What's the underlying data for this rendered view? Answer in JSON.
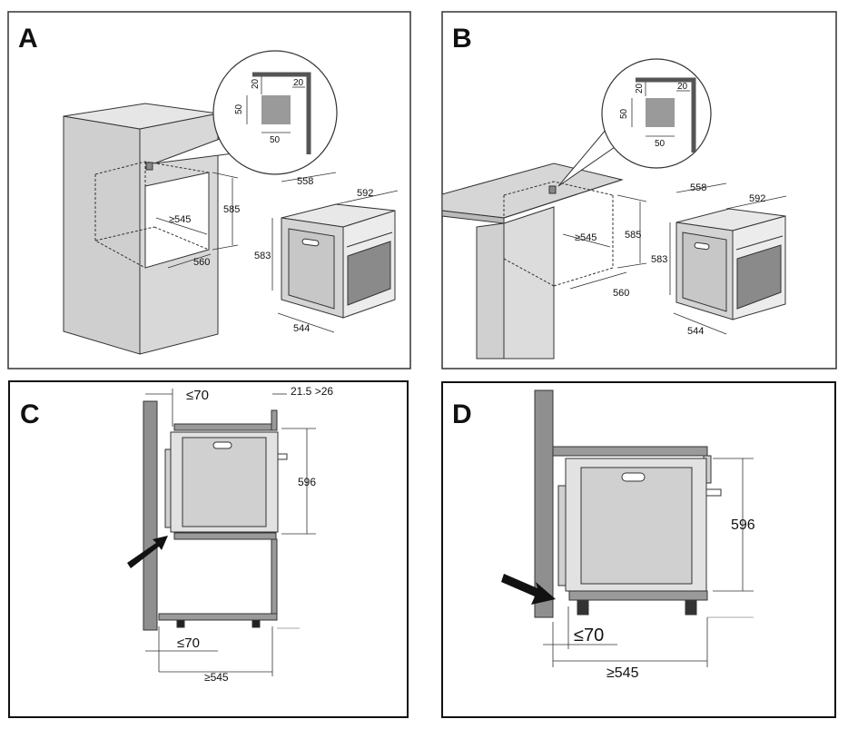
{
  "panels": [
    {
      "letter": "A",
      "inset": {
        "top": "20",
        "right": "20",
        "side": "50",
        "bottom": "50"
      },
      "niche": {
        "depth": "≥545",
        "height": "585",
        "width": "560"
      },
      "oven": {
        "depth": "558",
        "width": "592",
        "height": "583",
        "front_width": "544"
      }
    },
    {
      "letter": "B",
      "inset": {
        "top": "20",
        "right": "20",
        "side": "50",
        "bottom": "50"
      },
      "niche": {
        "depth": "≥545",
        "height": "585",
        "width": "560"
      },
      "oven": {
        "depth": "558",
        "width": "592",
        "height": "583",
        "front_width": "544"
      }
    },
    {
      "letter": "C",
      "dims": {
        "gap_top": "≤70",
        "panel": "21.5 >26",
        "height": "596",
        "gap_bottom": "≤70",
        "depth": "≥545"
      }
    },
    {
      "letter": "D",
      "dims": {
        "height": "596",
        "gap": "≤70",
        "depth": "≥545"
      }
    }
  ]
}
